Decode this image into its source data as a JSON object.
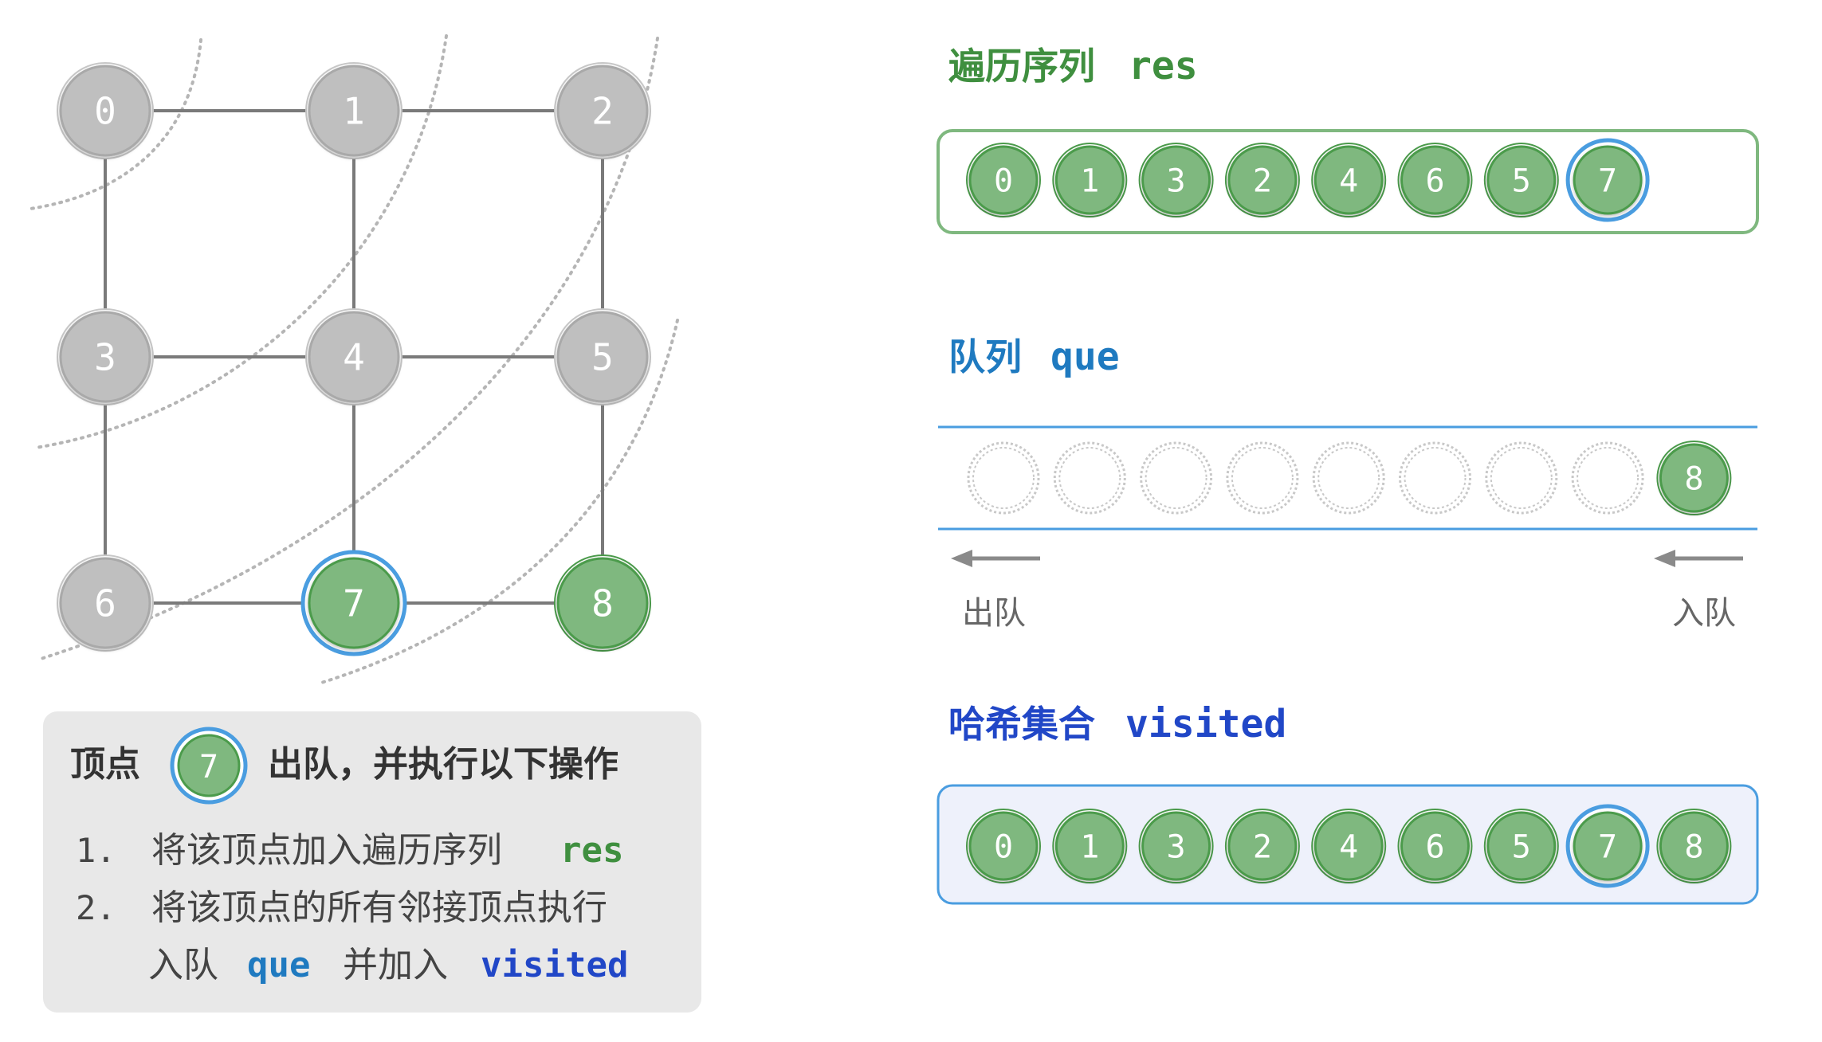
{
  "graph": {
    "vertices": [
      {
        "label": "0",
        "state": "gray"
      },
      {
        "label": "1",
        "state": "gray"
      },
      {
        "label": "2",
        "state": "gray"
      },
      {
        "label": "3",
        "state": "gray"
      },
      {
        "label": "4",
        "state": "gray"
      },
      {
        "label": "5",
        "state": "gray"
      },
      {
        "label": "6",
        "state": "gray"
      },
      {
        "label": "7",
        "state": "current"
      },
      {
        "label": "8",
        "state": "visited"
      }
    ]
  },
  "panel": {
    "title_prefix": "顶点",
    "title_vertex": "7",
    "title_suffix": "出队，并执行以下操作",
    "step1_num": "1.",
    "step1_text": "将该顶点加入遍历序列",
    "step1_code": "res",
    "step2_num": "2.",
    "step2_text": "将该顶点的所有邻接顶点执行",
    "step3_text_a": "入队",
    "step3_code_a": "que",
    "step3_text_b": "并加入",
    "step3_code_b": "visited"
  },
  "res": {
    "title_zh": "遍历序列",
    "title_code": "res",
    "items": [
      "0",
      "1",
      "3",
      "2",
      "4",
      "6",
      "5",
      "7"
    ],
    "highlight": "7"
  },
  "queue": {
    "title_zh": "队列",
    "title_code": "que",
    "items": [
      "8"
    ],
    "dequeue_label": "出队",
    "enqueue_label": "入队"
  },
  "visited": {
    "title_zh": "哈希集合",
    "title_code": "visited",
    "items": [
      "0",
      "1",
      "3",
      "2",
      "4",
      "6",
      "5",
      "7",
      "8"
    ],
    "highlight": "7"
  },
  "colors": {
    "gray_node": "#bfbfbf",
    "green_node": "#7fb87f",
    "green_dark": "#4b9b4b",
    "blue_ring": "#4a9de0",
    "res_title": "#3f8f3f",
    "que_title": "#1f7ac0",
    "visited_title": "#2147c7",
    "panel_bg": "#e8e8e8"
  }
}
